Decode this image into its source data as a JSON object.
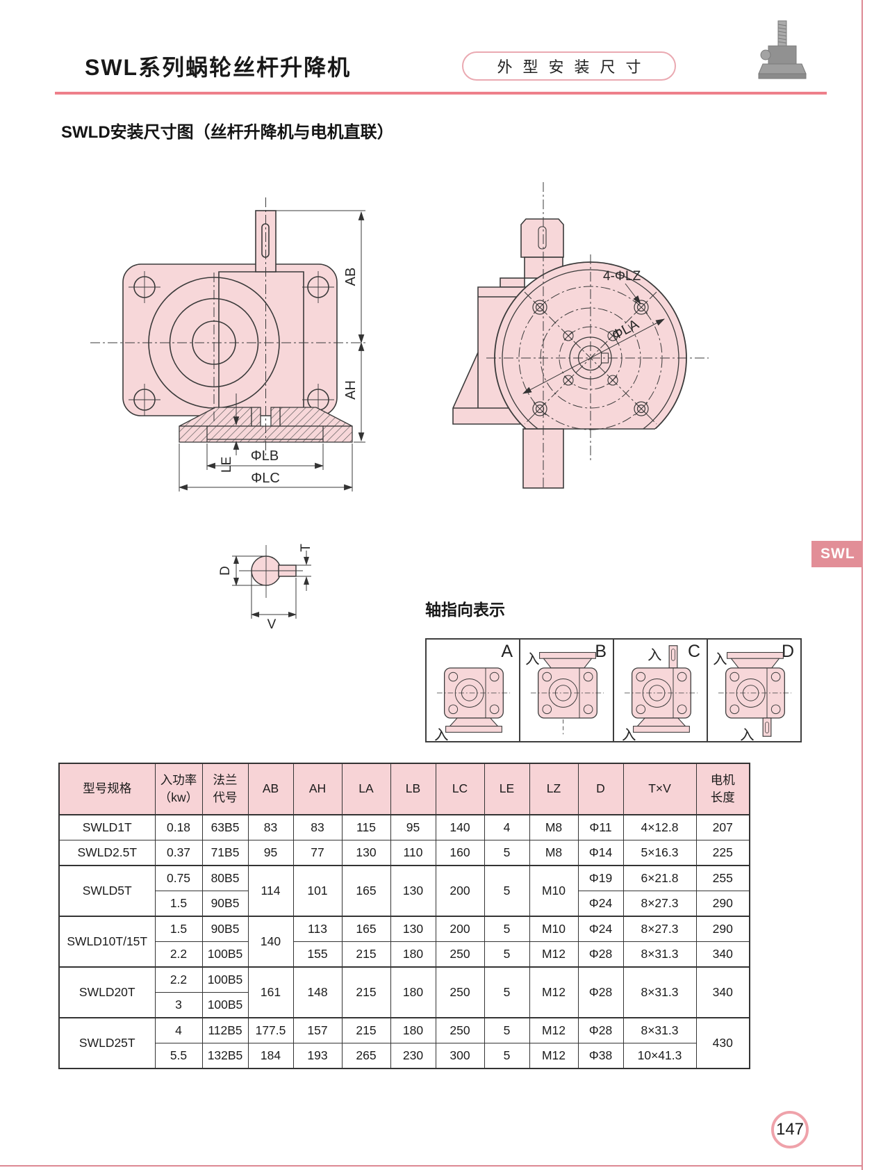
{
  "page": {
    "title": "SWL系列蜗轮丝杆升降机",
    "badge": "外型安装尺寸",
    "subtitle": "SWLD安装尺寸图（丝杆升降机与电机直联）",
    "side_tab": "SWL",
    "page_number": "147",
    "colors": {
      "accent_rule": "#ee7f8a",
      "drawing_fill": "#f7d7d9",
      "table_header_bg": "#f7d3d6",
      "tab_bg": "#e28e97"
    }
  },
  "front_view": {
    "labels": {
      "ab": "AB",
      "ah": "AH",
      "le": "LE",
      "lb": "ΦLB",
      "lc": "ΦLC"
    }
  },
  "side_view": {
    "labels": {
      "lz": "4-ΦLZ",
      "la": "ΦLA"
    }
  },
  "shaft_section": {
    "labels": {
      "d": "D",
      "t": "T",
      "v": "V"
    }
  },
  "axis_direction": {
    "title": "轴指向表示",
    "input_glyph": "入",
    "cells": [
      {
        "label": "A"
      },
      {
        "label": "B"
      },
      {
        "label": "C"
      },
      {
        "label": "D"
      }
    ]
  },
  "table": {
    "headers": [
      "型号规格",
      "入功率\n（kw）",
      "法兰\n代号",
      "AB",
      "AH",
      "LA",
      "LB",
      "LC",
      "LE",
      "LZ",
      "D",
      "T×V",
      "电机\n长度"
    ],
    "rows": {
      "swld1t": [
        "SWLD1T",
        "0.18",
        "63B5",
        "83",
        "83",
        "115",
        "95",
        "140",
        "4",
        "M8",
        "Φ11",
        "4×12.8",
        "207"
      ],
      "swld2_5t": [
        "SWLD2.5T",
        "0.37",
        "71B5",
        "95",
        "77",
        "130",
        "110",
        "160",
        "5",
        "M8",
        "Φ14",
        "5×16.3",
        "225"
      ],
      "swld5t_a": [
        "SWLD5T",
        "0.75",
        "80B5",
        "114",
        "101",
        "165",
        "130",
        "200",
        "5",
        "M10",
        "Φ19",
        "6×21.8",
        "255"
      ],
      "swld5t_b": [
        "1.5",
        "90B5",
        "Φ24",
        "8×27.3",
        "290"
      ],
      "swld10t_a": [
        "SWLD10T/15T",
        "1.5",
        "90B5",
        "140",
        "113",
        "165",
        "130",
        "200",
        "5",
        "M10",
        "Φ24",
        "8×27.3",
        "290"
      ],
      "swld10t_b": [
        "2.2",
        "100B5",
        "155",
        "215",
        "180",
        "250",
        "5",
        "M12",
        "Φ28",
        "8×31.3",
        "340"
      ],
      "swld20t_a": [
        "SWLD20T",
        "2.2",
        "100B5",
        "161",
        "148",
        "215",
        "180",
        "250",
        "5",
        "M12",
        "Φ28",
        "8×31.3",
        "340"
      ],
      "swld20t_b": [
        "3",
        "100B5"
      ],
      "swld25t_a": [
        "SWLD25T",
        "4",
        "112B5",
        "177.5",
        "157",
        "215",
        "180",
        "250",
        "5",
        "M12",
        "Φ28",
        "8×31.3",
        "430"
      ],
      "swld25t_b": [
        "5.5",
        "132B5",
        "184",
        "193",
        "265",
        "230",
        "300",
        "5",
        "M12",
        "Φ38",
        "10×41.3"
      ]
    }
  }
}
